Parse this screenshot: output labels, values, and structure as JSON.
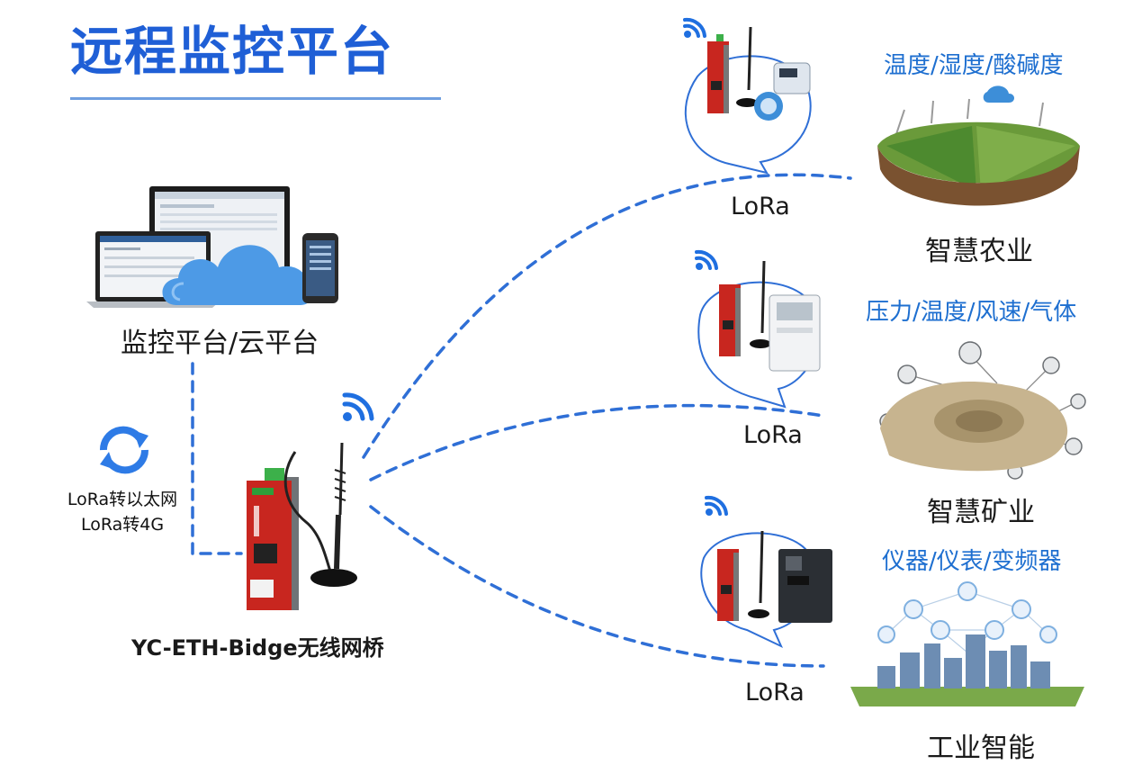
{
  "title": "远程监控平台",
  "platform": {
    "label": "监控平台/云平台"
  },
  "conversion": {
    "line1": "LoRa转以太网",
    "line2": "LoRa转4G"
  },
  "bridge": {
    "label": "YC-ETH-Bidge无线网桥"
  },
  "links": [
    {
      "protocol": "LoRa"
    },
    {
      "protocol": "LoRa"
    },
    {
      "protocol": "LoRa"
    }
  ],
  "scenarios": [
    {
      "params": "温度/湿度/酸碱度",
      "name": "智慧农业"
    },
    {
      "params": "压力/温度/风速/气体",
      "name": "智慧矿业"
    },
    {
      "params": "仪器/仪表/变频器",
      "name": "工业智能"
    }
  ],
  "colors": {
    "title": "#1f5fd6",
    "link_line": "#2f6fd6",
    "device_red": "#c8261f",
    "cloud": "#4d9ae6",
    "accent_text": "#1e6fd0"
  },
  "icons": [
    "wifi-icon",
    "refresh-icon",
    "cloud-icon",
    "laptop-icon",
    "monitor-icon",
    "phone-icon",
    "water-meter-icon",
    "power-meter-icon",
    "inverter-icon",
    "antenna-icon"
  ]
}
